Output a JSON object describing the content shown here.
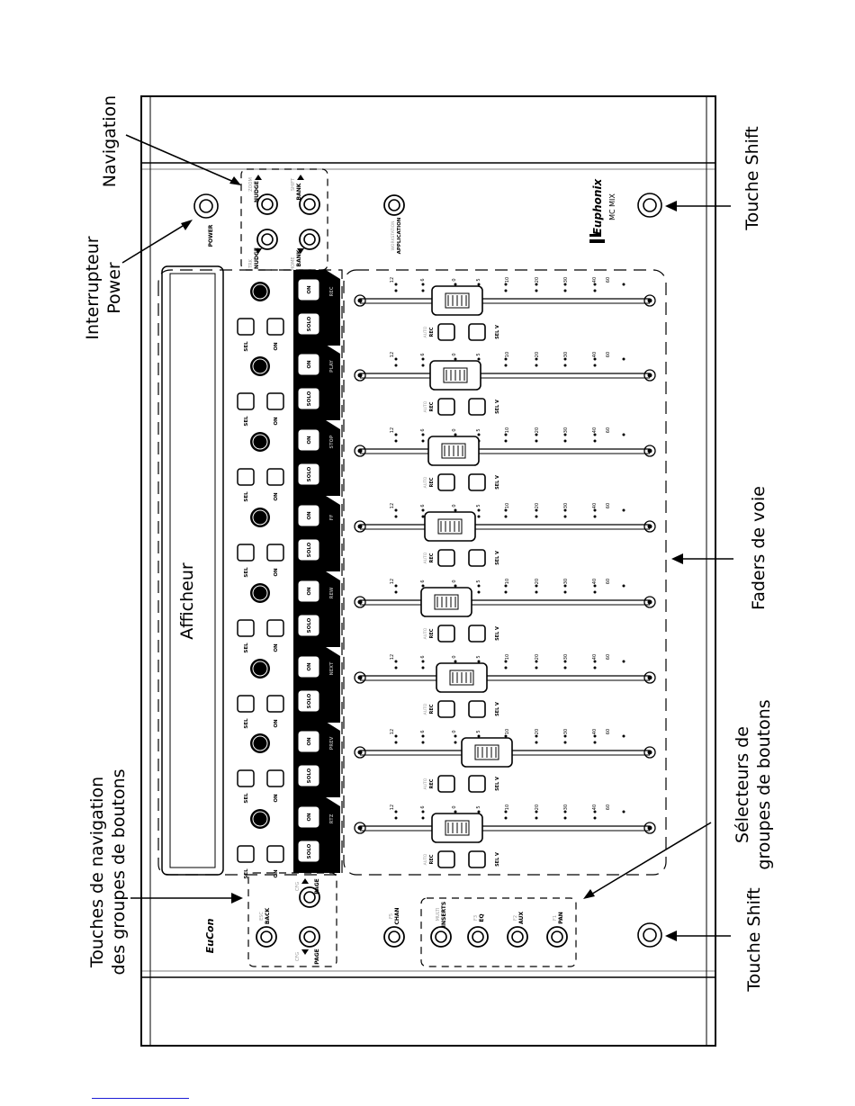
{
  "device": {
    "brand": "Euphonix",
    "model": "MC MIX",
    "eucon_logo": "EuCon",
    "power_label": "POWER",
    "application_label": "APPLICATION",
    "application_sublabel": "WORKSTATION",
    "nudge_label": "NUDGE",
    "bank_label": "BANK",
    "nudge_top_sub": "ZOOM",
    "bank_top_sub": "SHIFT",
    "nudge_bottom_sub": "TRK",
    "bank_bottom_sub": "HOME",
    "back_label": "BACK",
    "back_sub": "ESC",
    "page_top_label": "PAGE",
    "page_top_sub": "CFG",
    "page_bottom_label": "PAGE",
    "page_bottom_sub": "CFG",
    "chan_label": "CHAN",
    "chan_sub": "F5",
    "inserts_label": "INSERTS",
    "inserts_sub": "MULTI",
    "eq_label": "EQ",
    "eq_sub": "F3",
    "aux_label": "AUX",
    "aux_sub": "F2",
    "pan_label": "PAN",
    "pan_sub": "F1",
    "display_label": "Afficheur"
  },
  "strip": {
    "on": "ON",
    "solo": "SOLO",
    "sel": "SEL",
    "rec": "REC",
    "rec_sub": "AUTO",
    "selv": "SEL V",
    "selv_sub": "",
    "scale": [
      "12",
      "6",
      "0",
      "5",
      "10",
      "20",
      "30",
      "40",
      "60"
    ],
    "transport": [
      "REC",
      "PLAY",
      "STOP",
      "FF",
      "REW",
      "NEXT",
      "PREV",
      "RTZ"
    ]
  },
  "callouts": {
    "navigation": "Navigation",
    "power_line1": "Interrupteur",
    "power_line2": "Power",
    "shift_top": "Touche Shift",
    "faders": "Faders de voie",
    "selectors_line1": "Sélecteurs de",
    "selectors_line2": "groupes de boutons",
    "shift_bottom": "Touche Shift",
    "nav_groups_line1": "Touches de navigation",
    "nav_groups_line2": "des groupes de boutons"
  },
  "colors": {
    "ink": "#000000",
    "paper": "#ffffff",
    "gray_label": "#9a9a9a",
    "footer_rule": "#1c1cd6"
  }
}
